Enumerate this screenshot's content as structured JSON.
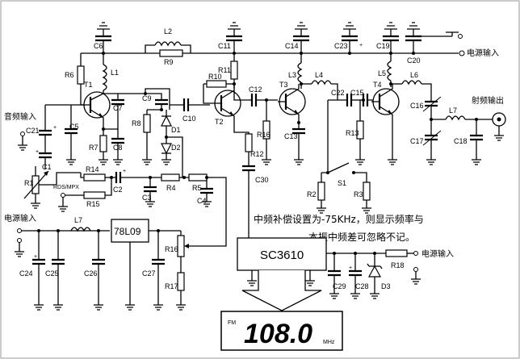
{
  "labels": {
    "C6": "C6",
    "L2": "L2",
    "R9": "R9",
    "C11": "C11",
    "C14": "C14",
    "C23": "C23",
    "C19": "C19",
    "C20": "C20",
    "power_in_top": "电源输入",
    "R6": "R6",
    "L1": "L1",
    "T1": "T1",
    "R11": "R11",
    "R10": "R10",
    "C7": "C7",
    "C9": "C9",
    "C12": "C12",
    "T3": "T3",
    "L3": "L3",
    "L4": "L4",
    "C22": "C22",
    "C15": "C15",
    "T4": "T4",
    "L5": "L5",
    "L6": "L6",
    "audio_in": "音频输入",
    "C21": "C21",
    "C5": "C5",
    "R8": "R8",
    "D1": "D1",
    "C10": "C10",
    "T2": "T2",
    "R16a": "R16",
    "C13": "C13",
    "C16": "C16",
    "rf_out": "射频输出",
    "L7a": "L7",
    "R7": "R7",
    "C8": "C8",
    "D2": "D2",
    "R12": "R12",
    "R13": "R13",
    "C17": "C17",
    "C18": "C18",
    "C1": "C1",
    "R14": "R14",
    "C2": "C2",
    "R4": "R4",
    "R5": "R5",
    "R1": "R1",
    "rds": "RDS/MPX",
    "R15": "R15",
    "C3": "C3",
    "C4": "C4",
    "C30": "C30",
    "S1": "S1",
    "R2": "R2",
    "R3": "R3",
    "note1": "中频补偿设置为-75KHz，则显示频率与",
    "note2": "本振中频差可忽略不记。",
    "power_in_mid": "电源输入",
    "L7b": "L7",
    "reg": "78L09",
    "R16b": "R16",
    "R17": "R17",
    "ic": "SC3610",
    "R18": "R18",
    "power_in_right": "电源输入",
    "C24": "C24",
    "C25": "C25",
    "C26": "C26",
    "C27": "C27",
    "C29": "C29",
    "C28": "C28",
    "D3": "D3",
    "fm": "FM",
    "freq": "108.0",
    "mhz": "MHz",
    "plus_c23": "+",
    "plus_c21": "+",
    "plus_c1": "+",
    "plus_c2": "+",
    "plus_c24": "+",
    "plus_c28": "+"
  }
}
